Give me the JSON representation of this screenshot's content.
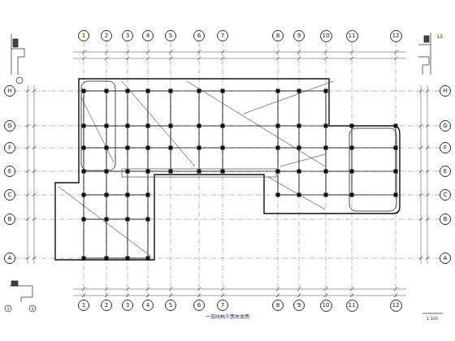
{
  "diagram": {
    "caption": "一层结构平面布置图",
    "nodes": [
      {
        "text": [
          "1"
        ]
      },
      {
        "text": [
          "2"
        ]
      },
      {
        "text": [
          "3"
        ]
      },
      {
        "text": [
          "4"
        ]
      },
      {
        "text": [
          "5"
        ]
      },
      {
        "text": [
          "6"
        ]
      },
      {
        "text": [
          "7"
        ]
      },
      {
        "text": [
          "8"
        ]
      },
      {
        "text": [
          "9"
        ]
      },
      {
        "text": [
          "10"
        ]
      },
      {
        "text": [
          "11"
        ]
      },
      {
        "text": [
          "12"
        ]
      },
      {
        "text": [
          "H"
        ]
      },
      {
        "text": [
          "G"
        ]
      },
      {
        "text": [
          "F"
        ]
      },
      {
        "text": [
          "E"
        ]
      },
      {
        "text": [
          "C"
        ]
      },
      {
        "text": [
          "B"
        ]
      },
      {
        "text": [
          "A"
        ]
      },
      {
        "text": [
          "H"
        ]
      },
      {
        "text": [
          "G"
        ]
      },
      {
        "text": [
          "F"
        ]
      },
      {
        "text": [
          "E"
        ]
      },
      {
        "text": [
          "C"
        ]
      },
      {
        "text": [
          "B"
        ]
      },
      {
        "text": [
          "A"
        ]
      },
      {
        "text": [
          "1"
        ]
      },
      {
        "text": [
          "2"
        ]
      },
      {
        "text": [
          "3"
        ]
      },
      {
        "text": [
          "4"
        ]
      },
      {
        "text": [
          "5"
        ]
      },
      {
        "text": [
          "6"
        ]
      },
      {
        "text": [
          "7"
        ]
      },
      {
        "text": [
          "8"
        ]
      },
      {
        "text": [
          "9"
        ]
      },
      {
        "text": [
          "10"
        ]
      },
      {
        "text": [
          "11"
        ]
      },
      {
        "text": [
          "12"
        ]
      }
    ],
    "labels": [
      "1",
      "2",
      "13",
      "1:100"
    ]
  }
}
